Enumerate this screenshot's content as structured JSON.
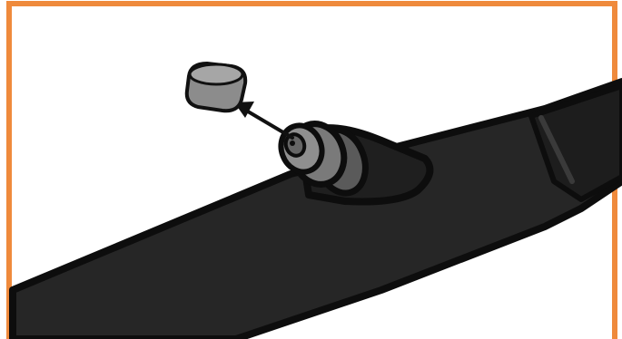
{
  "figure": {
    "kind": "instructional illustration",
    "colors": {
      "frame": "#ef8a3c",
      "handle_dark": "#262626",
      "handle_outline": "#0d0d0d",
      "cap": "#8c8c8c",
      "cap_top": "#a6a6a6",
      "connector": "#6f6f6f",
      "arrow": "#111111",
      "background": "#ffffff"
    },
    "icons": [
      "handle",
      "cap",
      "connector",
      "arrow"
    ]
  }
}
